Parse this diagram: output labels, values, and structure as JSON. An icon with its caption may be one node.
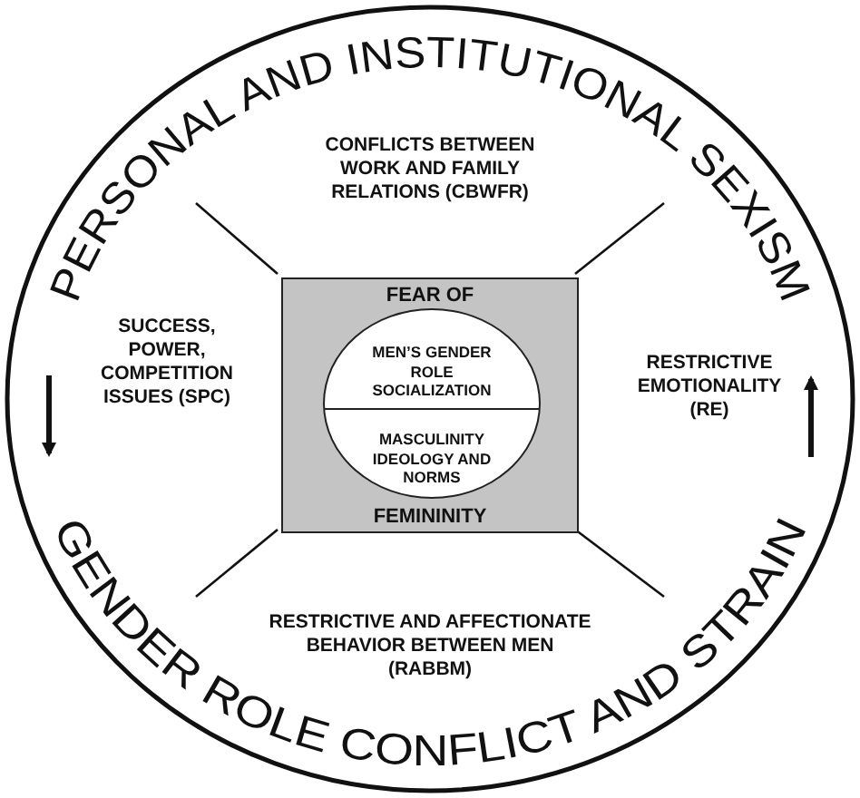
{
  "diagram": {
    "nodes": [
      {
        "text": [
          "PERSONAL AND INSTITUTIONAL SEXISM",
          "GENDER ROLE CONFLICT AND STRAIN"
        ]
      },
      {
        "text": [
          "CONFLICTS BETWEEN WORK AND FAMILY RELATIONS (CBWFR)"
        ],
        "in": 0
      },
      {
        "text": [
          "SUCCESS, POWER, COMPETITION ISSUES (SPC)"
        ],
        "in": 0
      },
      {
        "text": [
          "FEAR OF",
          "FEMININITY"
        ],
        "in": 0
      },
      {
        "text": [
          "MEN’S GENDER ROLE SOCIALIZATION",
          "MASCULINITY IDEOLOGY AND NORMS"
        ],
        "in": 3
      },
      {
        "text": [
          "RESTRICTIVE EMOTIONALITY (RE)"
        ],
        "in": 0
      },
      {
        "text": [
          "RESTRICTIVE AND AFFECTIONATE BEHAVIOR BETWEEN MEN (RABBM)"
        ],
        "in": 0
      }
    ],
    "edges": []
  }
}
